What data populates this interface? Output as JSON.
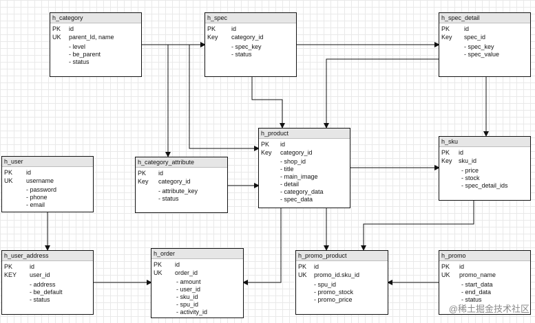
{
  "entities": {
    "h_category": {
      "name": "h_category",
      "rows": [
        {
          "key": "PK",
          "field": "id"
        },
        {
          "key": "UK",
          "field": "parent_Id, name"
        }
      ],
      "attrs": [
        "- level",
        "- be_parent",
        "- status"
      ]
    },
    "h_spec": {
      "name": "h_spec",
      "rows": [
        {
          "key": "PK",
          "field": "id"
        },
        {
          "key": "Key",
          "field": "category_id"
        }
      ],
      "attrs": [
        "- spec_key",
        "- status"
      ]
    },
    "h_spec_detail": {
      "name": "h_spec_detail",
      "rows": [
        {
          "key": "PK",
          "field": "id"
        },
        {
          "key": "Key",
          "field": "spec_id"
        }
      ],
      "attrs": [
        "- spec_key",
        "- spec_value"
      ]
    },
    "h_product": {
      "name": "h_product",
      "rows": [
        {
          "key": "PK",
          "field": "id"
        },
        {
          "key": "Key",
          "field": "category_id"
        }
      ],
      "attrs": [
        "- shop_id",
        "- title",
        "- main_image",
        "- detail",
        "- category_data",
        "- spec_data"
      ]
    },
    "h_sku": {
      "name": "h_sku",
      "rows": [
        {
          "key": "PK",
          "field": "id"
        },
        {
          "key": "Key",
          "field": "sku_id"
        }
      ],
      "attrs": [
        "- price",
        "- stock",
        "- spec_detail_ids"
      ]
    },
    "h_user": {
      "name": "h_user",
      "rows": [
        {
          "key": "PK",
          "field": "id"
        },
        {
          "key": "UK",
          "field": "username"
        }
      ],
      "attrs": [
        "- password",
        "- phone",
        "- email"
      ]
    },
    "h_category_attribute": {
      "name": "h_category_attribute",
      "rows": [
        {
          "key": "PK",
          "field": "id"
        },
        {
          "key": "Key",
          "field": "category_id"
        }
      ],
      "attrs": [
        "- attribute_key",
        "- status"
      ]
    },
    "h_user_address": {
      "name": "h_user_address",
      "rows": [
        {
          "key": "PK",
          "field": "id"
        },
        {
          "key": "KEY",
          "field": "user_id"
        }
      ],
      "attrs": [
        "- address",
        "- be_default",
        "- status"
      ]
    },
    "h_order": {
      "name": "h_order",
      "rows": [
        {
          "key": "PK",
          "field": "id"
        },
        {
          "key": "UK",
          "field": "order_id"
        }
      ],
      "attrs": [
        "- amount",
        "- user_id",
        "- sku_id",
        "- spu_id",
        "- activity_id"
      ]
    },
    "h_promo_product": {
      "name": "h_promo_product",
      "rows": [
        {
          "key": "PK",
          "field": "id"
        },
        {
          "key": "UK",
          "field": "promo_id.sku_id"
        }
      ],
      "attrs": [
        "- spu_id",
        "- promo_stock",
        "- promo_price"
      ]
    },
    "h_promo": {
      "name": "h_promo",
      "rows": [
        {
          "key": "PK",
          "field": "id"
        },
        {
          "key": "UK",
          "field": "promo_name"
        }
      ],
      "attrs": [
        "- start_data",
        "- end_data",
        "- status"
      ]
    }
  },
  "watermark": "@稀土掘金技术社区"
}
